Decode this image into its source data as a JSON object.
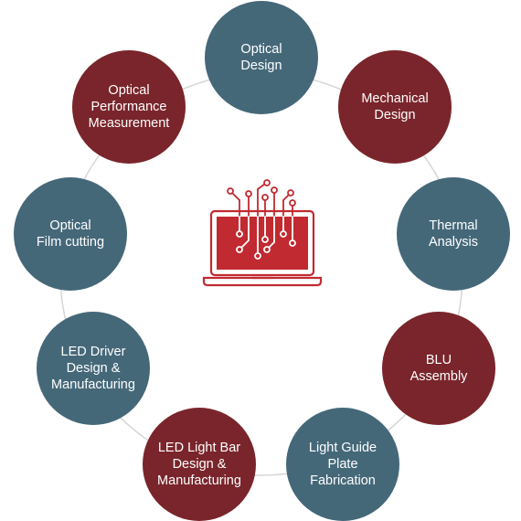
{
  "center": {
    "icon": "laptop-circuit-icon",
    "color": "#c12a30"
  },
  "colors": {
    "teal": "#456879",
    "maroon": "#79252b",
    "connector": "#d6d6d6"
  },
  "nodes": [
    {
      "label": "Optical\nDesign",
      "color": "teal"
    },
    {
      "label": "Mechanical\nDesign",
      "color": "maroon"
    },
    {
      "label": "Thermal\nAnalysis",
      "color": "teal"
    },
    {
      "label": "BLU\nAssembly",
      "color": "maroon"
    },
    {
      "label": "Light Guide\nPlate\nFabrication",
      "color": "teal"
    },
    {
      "label": "LED Light Bar\nDesign &\nManufacturing",
      "color": "maroon"
    },
    {
      "label": "LED Driver\nDesign &\nManufacturing",
      "color": "teal"
    },
    {
      "label": "Optical\nFilm cutting",
      "color": "teal"
    },
    {
      "label": "Optical\nPerformance\nMeasurement",
      "color": "maroon"
    }
  ]
}
